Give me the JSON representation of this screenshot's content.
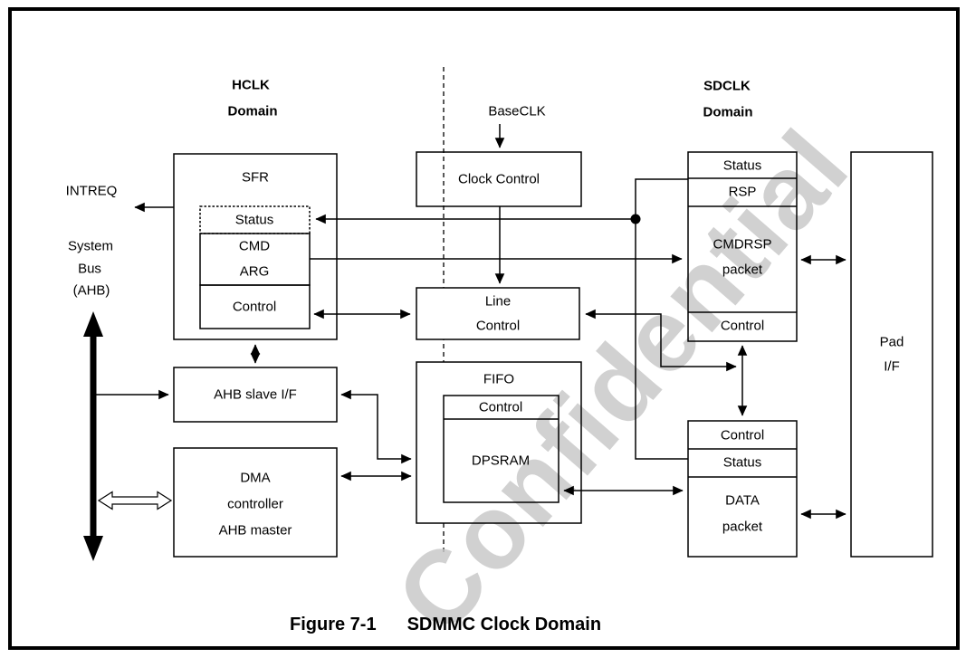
{
  "figure": {
    "caption_label": "Figure 7-1",
    "caption_title": "SDMMC Clock Domain",
    "watermark": "Confidential"
  },
  "domains": {
    "hclk_line1": "HCLK",
    "hclk_line2": "Domain",
    "baseclk": "BaseCLK",
    "sdclk_line1": "SDCLK",
    "sdclk_line2": "Domain"
  },
  "signals": {
    "intreq": "INTREQ",
    "system_bus_line1": "System",
    "system_bus_line2": "Bus",
    "system_bus_line3": "(AHB)"
  },
  "blocks": {
    "sfr": {
      "title": "SFR",
      "status": "Status",
      "cmd": "CMD",
      "arg": "ARG",
      "control": "Control"
    },
    "clock_control": {
      "title": "Clock Control"
    },
    "line_control": {
      "line1": "Line",
      "line2": "Control"
    },
    "fifo": {
      "title": "FIFO",
      "control": "Control",
      "dpsram": "DPSRAM"
    },
    "ahb_slave": {
      "title": "AHB slave I/F"
    },
    "dma": {
      "line1": "DMA",
      "line2": "controller",
      "line3": "AHB master"
    },
    "cmdrsp": {
      "status": "Status",
      "rsp": "RSP",
      "packet_line1": "CMDRSP",
      "packet_line2": "packet",
      "control": "Control"
    },
    "data": {
      "control": "Control",
      "status": "Status",
      "packet_line1": "DATA",
      "packet_line2": "packet"
    },
    "pad": {
      "line1": "Pad",
      "line2": "I/F"
    }
  },
  "colors": {
    "ink": "#000000",
    "watermark_gray": "#c8c8c8",
    "background": "#ffffff"
  }
}
